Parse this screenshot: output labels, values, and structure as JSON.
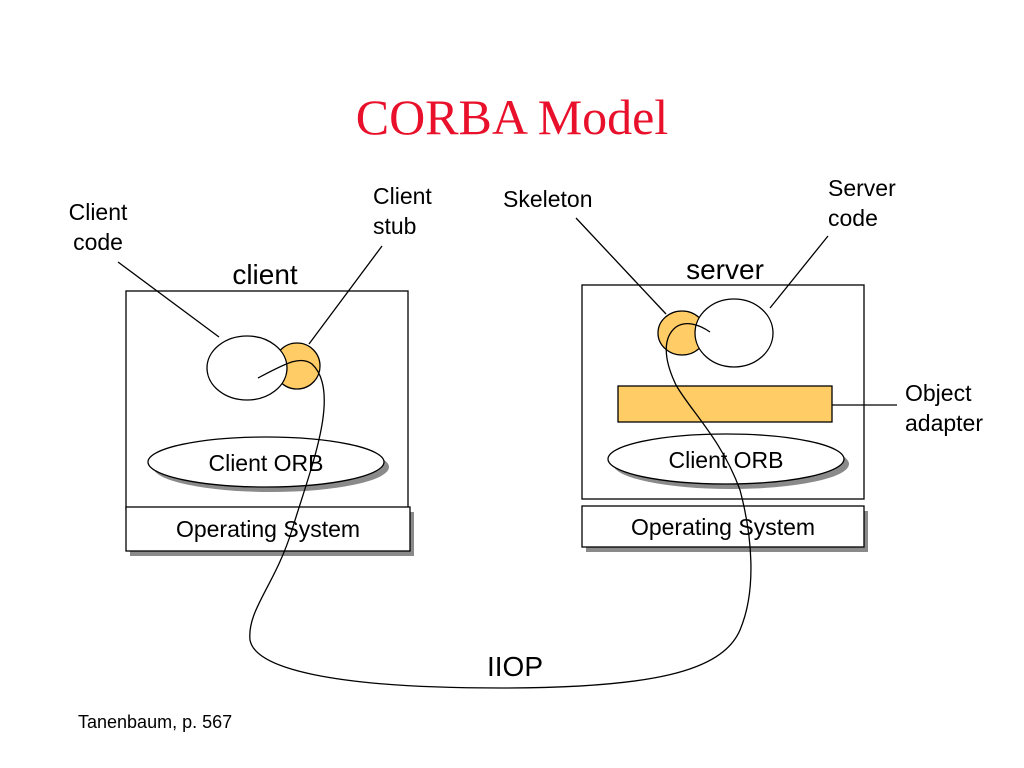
{
  "title": "CORBA Model",
  "colors": {
    "title": "#e8102a",
    "accent_fill": "#ffcc66",
    "stroke": "#000000",
    "shadow": "#8a8a8a",
    "background": "#ffffff"
  },
  "client": {
    "machine_label": "client",
    "code_label_line1": "Client",
    "code_label_line2": "code",
    "stub_label_line1": "Client",
    "stub_label_line2": "stub",
    "orb_label": "Client ORB",
    "os_label": "Operating System"
  },
  "server": {
    "machine_label": "server",
    "skeleton_label": "Skeleton",
    "code_label_line1": "Server",
    "code_label_line2": "code",
    "adapter_label_line1": "Object",
    "adapter_label_line2": "adapter",
    "orb_label": "Client ORB",
    "os_label": "Operating System"
  },
  "network_label": "IIOP",
  "footer": "Tanenbaum, p. 567"
}
